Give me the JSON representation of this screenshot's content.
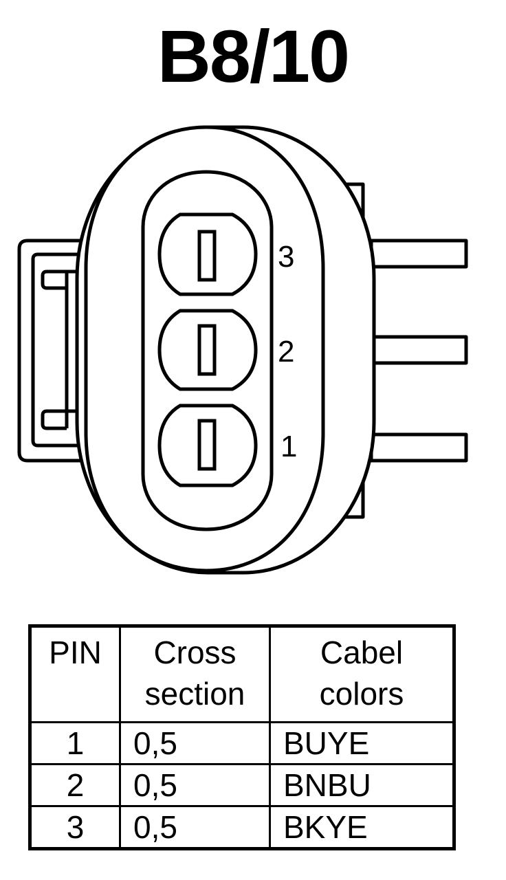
{
  "title": "B8/10",
  "connector": {
    "pin_labels": [
      "3",
      "2",
      "1"
    ]
  },
  "table": {
    "headers": {
      "pin": "PIN",
      "cross_section": [
        "Cross",
        "section"
      ],
      "cable_colors": [
        "Cabel",
        "colors"
      ]
    },
    "rows": [
      {
        "pin": "1",
        "cross_section": "0,5",
        "color": "BUYE"
      },
      {
        "pin": "2",
        "cross_section": "0,5",
        "color": "BNBU"
      },
      {
        "pin": "3",
        "cross_section": "0,5",
        "color": "BKYE"
      }
    ]
  }
}
